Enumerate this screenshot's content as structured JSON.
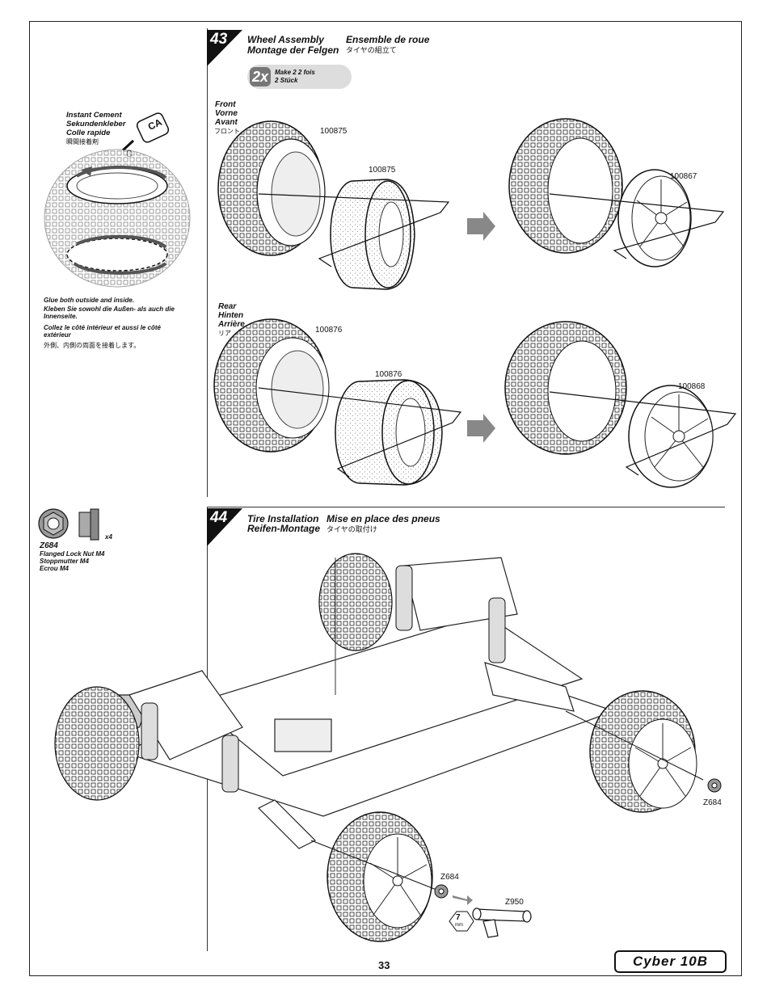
{
  "page_number": "33",
  "logo_text": "Cyber 10B",
  "sidebar_top": {
    "cement": [
      "Instant Cement",
      "Sekundenkleber",
      "Colle rapide",
      "瞬間接着剤"
    ],
    "ca_label": "CA",
    "glue_en": "Glue both outside and inside.",
    "glue_de": "Kleben Sie sowohl die Außen- als auch die Innenseite.",
    "glue_fr": "Collez le côté intérieur et aussi le côté extérieur",
    "glue_ja": "外側、内側の両面を接着します。"
  },
  "sidebar_bottom": {
    "part_code": "Z684",
    "qty": "x4",
    "names": [
      "Flanged Lock Nut M4",
      "Stoppmutter M4",
      "Ecrou M4"
    ]
  },
  "step43": {
    "number": "43",
    "title_en": "Wheel Assembly",
    "title_fr": "Ensemble de roue",
    "title_de": "Montage der Felgen",
    "title_ja": "タイヤの組立て",
    "make_badge": "2x",
    "make_line1": "Make 2    2 fois",
    "make_line2": "2 Stück",
    "front_labels": [
      "Front",
      "Vorne",
      "Avant",
      "フロント"
    ],
    "rear_labels": [
      "Rear",
      "Hinten",
      "Arrière",
      "リア"
    ],
    "parts": {
      "front_tire": "100875",
      "front_insert": "100875",
      "front_wheel": "100867",
      "rear_tire": "100876",
      "rear_insert": "100876",
      "rear_wheel": "100868"
    }
  },
  "step44": {
    "number": "44",
    "title_en": "Tire Installation",
    "title_fr": "Mise en place des pneus",
    "title_de": "Reifen-Montage",
    "title_ja": "タイヤの取付け",
    "nut_right": "Z684",
    "nut_front": "Z684",
    "wrench": "Z950",
    "wrench_size": "7",
    "wrench_unit": "mm"
  }
}
